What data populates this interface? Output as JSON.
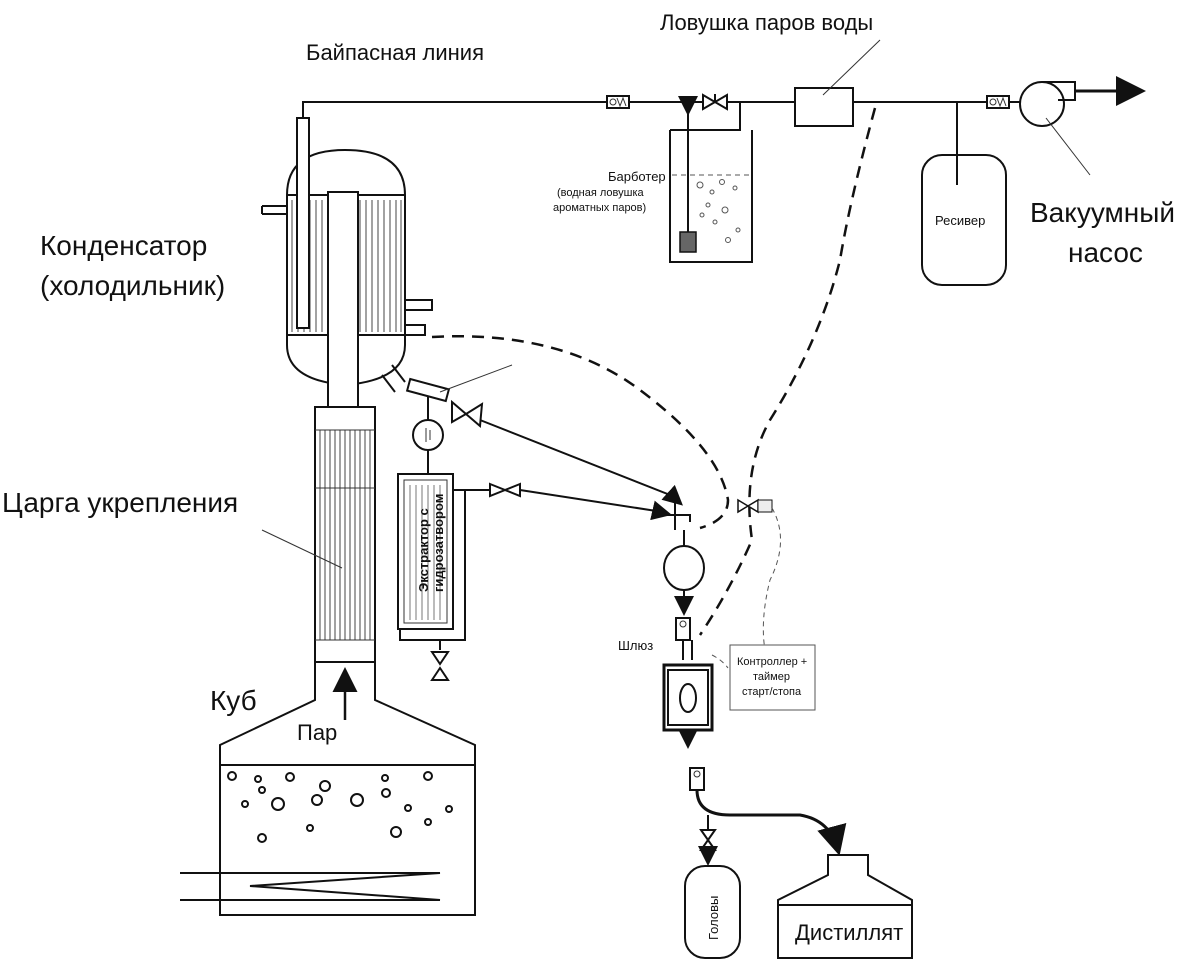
{
  "labels": {
    "bypass": "Байпасная линия",
    "water_trap": "Ловушка паров воды",
    "bubbler": "Барботер",
    "bubbler_note_1": "(водная ловушка",
    "bubbler_note_2": "ароматных паров)",
    "receiver": "Ресивер",
    "vacuum_pump_1": "Вакуумный",
    "vacuum_pump_2": "насос",
    "condenser_1": "Конденсатор",
    "condenser_2": "(холодильник)",
    "column": "Царга укрепления",
    "extractor_1": "Экстрактор с",
    "extractor_2": "гидрозатвором",
    "lock": "Шлюз",
    "controller_1": "Контроллер +",
    "controller_2": "таймер",
    "controller_3": "старт/стопа",
    "boiler": "Куб",
    "steam": "Пар",
    "heads": "Головы",
    "distillate": "Дистиллят"
  }
}
